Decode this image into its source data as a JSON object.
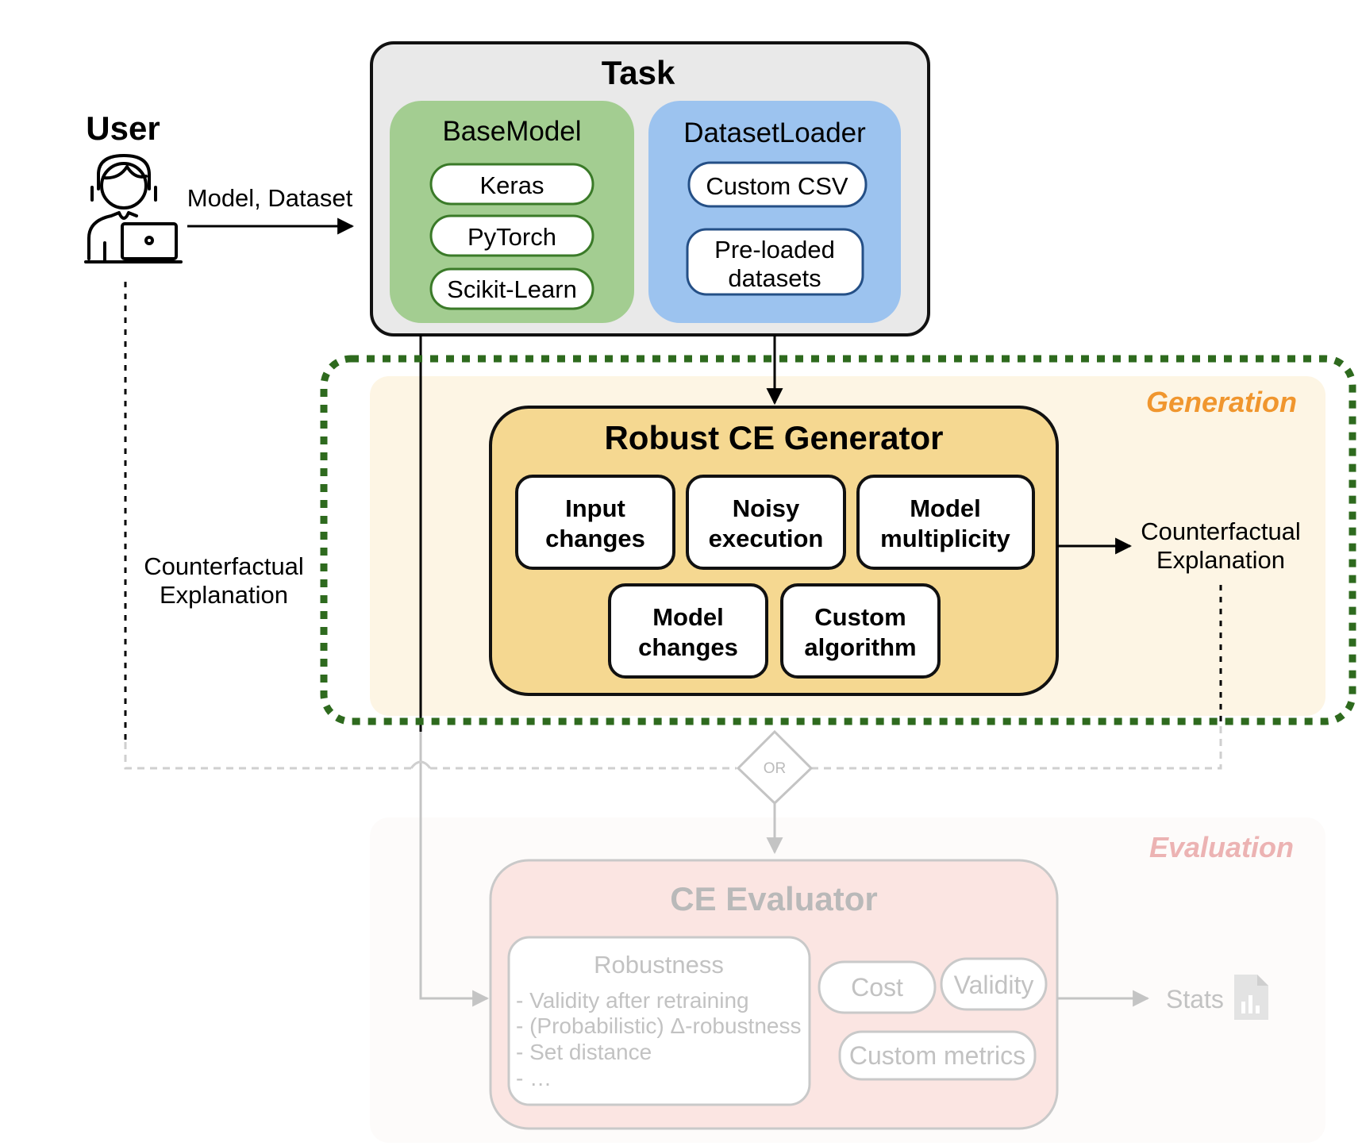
{
  "user": {
    "title": "User",
    "to_task_label": "Model, Dataset",
    "icon": "user-laptop-icon"
  },
  "task": {
    "title": "Task",
    "base_model": {
      "title": "BaseModel",
      "items": [
        "Keras",
        "PyTorch",
        "Scikit-Learn"
      ]
    },
    "dataset_loader": {
      "title": "DatasetLoader",
      "items": [
        "Custom CSV",
        "Pre-loaded datasets"
      ]
    }
  },
  "generation": {
    "section_label": "Generation",
    "generator_title": "Robust CE Generator",
    "methods": [
      "Input changes",
      "Noisy execution",
      "Model multiplicity",
      "Model changes",
      "Custom algorithm"
    ],
    "output_label": "Counterfactual Explanation"
  },
  "user_output_label": "Counterfactual Explanation",
  "or_label": "OR",
  "evaluation": {
    "section_label": "Evaluation",
    "evaluator_title": "CE Evaluator",
    "robustness": {
      "title": "Robustness",
      "items": [
        "- Validity after retraining",
        "- (Probabilistic) Δ-robustness",
        "- Set distance",
        "- …"
      ]
    },
    "cost": "Cost",
    "validity": "Validity",
    "custom_metrics": "Custom metrics",
    "stats": "Stats",
    "stats_icon": "stats-file-icon"
  },
  "colors": {
    "task_bg": "#e9e9e9",
    "base_model_bg": "#a3cd91",
    "base_model_border": "#3a7a28",
    "dataset_bg": "#9cc3ef",
    "dataset_border": "#244f86",
    "generation_bg": "#fdf5e4",
    "generation_border": "#2e6a1e",
    "generator_bg": "#f5d891",
    "generation_label": "#f0962e",
    "evaluation_label": "#ecb3b3",
    "evaluator_bg": "#fbe5e2",
    "faded": "#c4c4c4"
  }
}
